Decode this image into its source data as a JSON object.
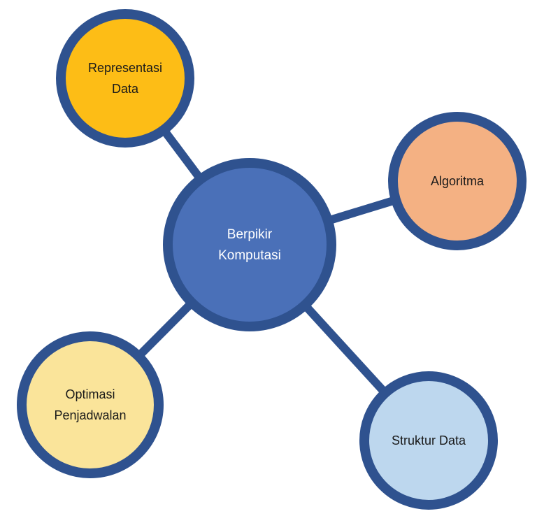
{
  "diagram": {
    "type": "mind-map",
    "center": {
      "label_lines": [
        "Berpikir",
        "Komputasi"
      ],
      "fill": "#4A70B8",
      "stroke": "#2F528F"
    },
    "nodes": [
      {
        "id": "representasi-data",
        "label_lines": [
          "Representasi",
          "Data"
        ],
        "fill": "#FDBD16",
        "stroke": "#2F528F"
      },
      {
        "id": "algoritma",
        "label_lines": [
          "Algoritma"
        ],
        "fill": "#F4B183",
        "stroke": "#2F528F"
      },
      {
        "id": "optimasi-penjadwalan",
        "label_lines": [
          "Optimasi",
          "Penjadwalan"
        ],
        "fill": "#FAE49A",
        "stroke": "#2F528F"
      },
      {
        "id": "struktur-data",
        "label_lines": [
          "Struktur Data"
        ],
        "fill": "#BDD7EE",
        "stroke": "#2F528F"
      }
    ],
    "connector_color": "#2F528F"
  }
}
